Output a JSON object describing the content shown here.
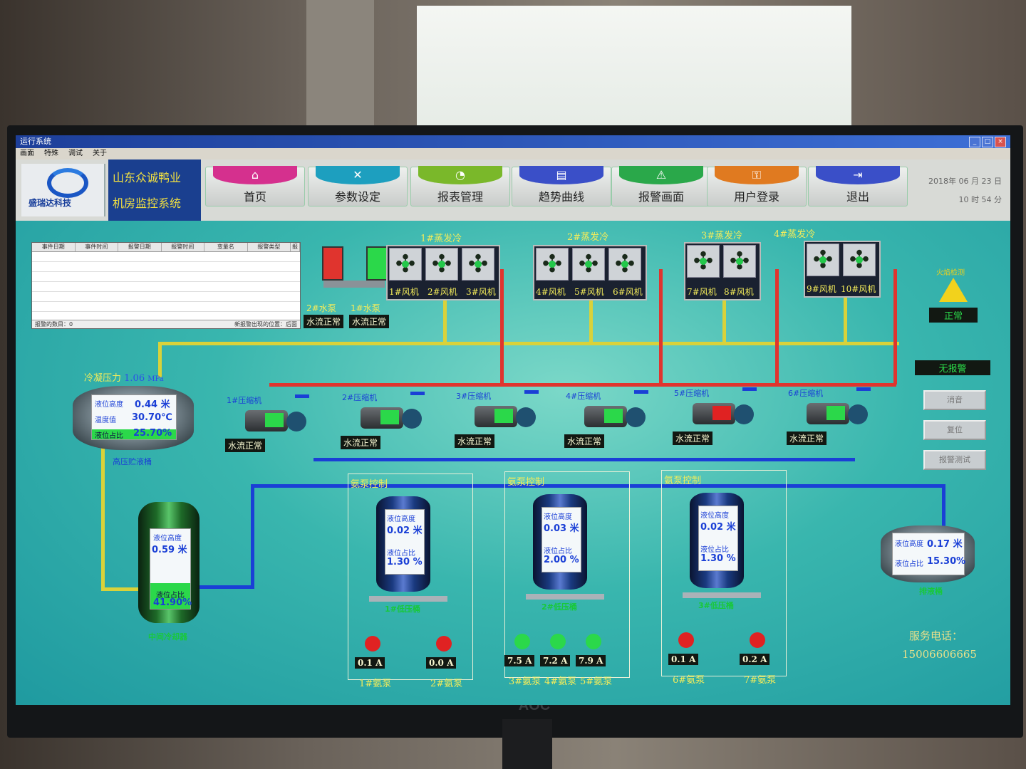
{
  "window": {
    "title": "运行系统",
    "menu": [
      "画面",
      "特殊",
      "调试",
      "关于"
    ]
  },
  "company": {
    "line1": "山东众诚鸭业",
    "line2": "机房监控系统",
    "logo_text": "盛瑞达科技"
  },
  "nav": [
    {
      "label": "首页",
      "icon": "home-icon",
      "color": "#d5308e"
    },
    {
      "label": "参数设定",
      "icon": "tools-icon",
      "color": "#1d9fbf"
    },
    {
      "label": "报表管理",
      "icon": "gauge-icon",
      "color": "#7ab82a"
    },
    {
      "label": "趋势曲线",
      "icon": "chart-icon",
      "color": "#3a4fc8"
    },
    {
      "label": "报警画面",
      "icon": "alarm-icon",
      "color": "#2aa84a"
    },
    {
      "label": "用户登录",
      "icon": "key-icon",
      "color": "#e07a20"
    },
    {
      "label": "退出",
      "icon": "exit-icon",
      "color": "#3a4fc8"
    }
  ],
  "datetime": {
    "line1": "2018年 06  月 23  日",
    "line2": "10  时   54   分"
  },
  "event_table": {
    "headers": [
      "事件日期",
      "事件时间",
      "报警日期",
      "报警时间",
      "变量名",
      "报警类型",
      "报"
    ],
    "footer_left": "报警的数目：0",
    "footer_right": "新报警出现的位置：后面"
  },
  "pumps_water": {
    "p2_label": "2#水泵",
    "p1_label": "1#水泵",
    "p2_status": "水流正常",
    "p1_status": "水流正常"
  },
  "evaporators": [
    {
      "title": "1#蒸发冷",
      "fans": [
        "1#风机",
        "2#风机",
        "3#风机"
      ]
    },
    {
      "title": "2#蒸发冷",
      "fans": [
        "4#风机",
        "5#风机",
        "6#风机"
      ]
    },
    {
      "title": "3#蒸发冷",
      "fans": [
        "7#风机",
        "8#风机"
      ]
    },
    {
      "title": "4#蒸发冷",
      "fans": [
        "9#风机",
        "10#风机"
      ]
    }
  ],
  "fire": {
    "label": "火焰检测",
    "status": "正常"
  },
  "alarm_status": "无报警",
  "side_buttons": [
    "消音",
    "复位",
    "报警测试"
  ],
  "condenser": {
    "pressure_label": "冷凝压力",
    "pressure_value": "1.06",
    "pressure_unit": "MPa",
    "level_label": "液位高度",
    "level_value": "0.44 米",
    "temp_label": "温度值",
    "temp_value": "30.70℃",
    "ratio_label": "液位占比",
    "ratio_value": "25.70%",
    "name": "高压贮液桶"
  },
  "compressors": [
    {
      "name": "1#压缩机",
      "status": "水流正常",
      "color": "#2bd84a"
    },
    {
      "name": "2#压缩机",
      "status": "水流正常",
      "color": "#2bd84a"
    },
    {
      "name": "3#压缩机",
      "status": "水流正常",
      "color": "#2bd84a"
    },
    {
      "name": "4#压缩机",
      "status": "水流正常",
      "color": "#2bd84a"
    },
    {
      "name": "5#压缩机",
      "status": "水流正常",
      "color": "#e02222"
    },
    {
      "name": "6#压缩机",
      "status": "水流正常",
      "color": "#2bd84a"
    }
  ],
  "intercooler": {
    "level_label": "液位高度",
    "level_value": "0.59 米",
    "ratio_label": "液位占比",
    "ratio_value": "41.90%",
    "name": "中间冷却器"
  },
  "drain": {
    "level_label": "液位高度",
    "level_value": "0.17 米",
    "ratio_label": "液位占比",
    "ratio_value": "15.30%",
    "name": "排液桶"
  },
  "ammonia_groups": [
    {
      "title": "氨泵控制",
      "tank": "1#低压桶",
      "level_value": "0.02 米",
      "ratio_value": "1.30 %",
      "pumps": [
        {
          "name": "1#氨泵",
          "current": "0.1",
          "state": "stop"
        },
        {
          "name": "2#氨泵",
          "current": "0.0",
          "state": "stop"
        }
      ]
    },
    {
      "title": "氨泵控制",
      "tank": "2#低压桶",
      "level_value": "0.03 米",
      "ratio_value": "2.00 %",
      "pumps": [
        {
          "name": "3#氨泵",
          "current": "7.5",
          "state": "run"
        },
        {
          "name": "4#氨泵",
          "current": "7.2",
          "state": "run"
        },
        {
          "name": "5#氨泵",
          "current": "7.9",
          "state": "run"
        }
      ]
    },
    {
      "title": "氨泵控制",
      "tank": "3#低压桶",
      "level_value": "0.02 米",
      "ratio_value": "1.30 %",
      "pumps": [
        {
          "name": "6#氨泵",
          "current": "0.1",
          "state": "stop"
        },
        {
          "name": "7#氨泵",
          "current": "0.2",
          "state": "stop"
        }
      ]
    }
  ],
  "tank_labels": {
    "level": "液位高度",
    "ratio": "液位占比",
    "unit_a": "A"
  },
  "service": {
    "label": "服务电话：",
    "phone": "15006606665"
  },
  "monitor_brand": "AOC"
}
